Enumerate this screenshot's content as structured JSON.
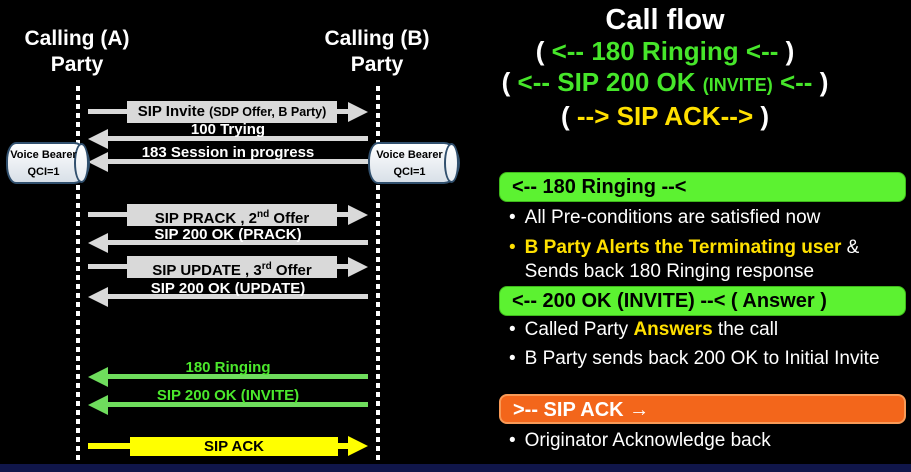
{
  "diagram": {
    "party_a": {
      "line1": "Calling (A)",
      "line2": "Party"
    },
    "party_b": {
      "line1": "Calling (B)",
      "line2": "Party"
    },
    "bearer_left": {
      "line1": "Voice Bearer",
      "line2": "QCI=1"
    },
    "bearer_right": {
      "line1": "Voice Bearer",
      "line2": "QCI=1"
    },
    "messages": [
      {
        "main": "SIP Invite ",
        "sub": "(SDP Offer, B Party)"
      },
      {
        "label": "100 Trying"
      },
      {
        "label": "183 Session in progress"
      },
      {
        "pre": "SIP PRACK , 2",
        "sup": "nd",
        "post": " Offer"
      },
      {
        "label": "SIP 200 OK (PRACK)"
      },
      {
        "pre": "SIP UPDATE , 3",
        "sup": "rd",
        "post": " Offer"
      },
      {
        "label": "SIP 200 OK (UPDATE)"
      },
      {
        "label": "180 Ringing"
      },
      {
        "label": "SIP 200 OK (INVITE)"
      },
      {
        "label": "SIP ACK"
      }
    ]
  },
  "panel": {
    "title": "Call flow",
    "line1": {
      "open": "( ",
      "text": "<-- 180 Ringing <--",
      "close": " )"
    },
    "line2": {
      "open": "( ",
      "text_a": "<-- SIP 200 OK ",
      "small": "(INVITE)",
      "text_b": " <-- ",
      "close": ")"
    },
    "line3": {
      "open": "( ",
      "text": "--> SIP ACK-->",
      "close": " )"
    },
    "sections": [
      {
        "banner": "<-- 180 Ringing --<",
        "bullet1": "All Pre-conditions are satisfied now",
        "bullet2_highlight": "B Party Alerts the Terminating user",
        "bullet2_rest": " &",
        "bullet2_line2": "Sends back 180 Ringing response"
      },
      {
        "banner": "<-- 200 OK (INVITE) --< ( Answer )",
        "bullet1_pre": "Called Party ",
        "bullet1_highlight": "Answers",
        "bullet1_post": " the call",
        "bullet2": "B Party sends back 200 OK to Initial Invite"
      },
      {
        "banner": ">-- SIP ACK →",
        "bullet1": "Originator Acknowledge back"
      }
    ]
  },
  "colors": {
    "background": "#000000",
    "gray_arrow": "#d9d9d9",
    "green_label_text": "#4be82c",
    "green_arrow": "#6fdd5d",
    "banner_green": "#5cf231",
    "banner_orange": "#f3661b",
    "yellow": "#ffff00",
    "highlight_yellow": "#ffe000",
    "bottom_bar_blue": "#10164a"
  }
}
